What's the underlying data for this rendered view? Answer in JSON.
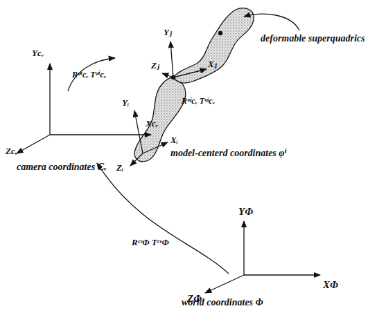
{
  "diagram": {
    "labels": [
      "deformable superquadrics",
      "Yⱼ",
      "Xⱼ",
      "Zⱼ",
      "Yᵢ",
      "Xᵢ",
      "Zᵢ",
      "Rᵠʲcᵥ Tᵠʲcᵥ",
      "model-centerd coordinates  φⁱ",
      "Ycᵥ",
      "Xcᵥ",
      "Zcᵥ",
      "Rᵠⁱcᵥ Tᵠⁱcᵥ",
      "camera coordinates  Cᵥ",
      "RᶜᵛΦ TᶜᵛΦ",
      "YΦ",
      "XΦ",
      "ZΦ",
      "world coordinates  Φ"
    ]
  }
}
